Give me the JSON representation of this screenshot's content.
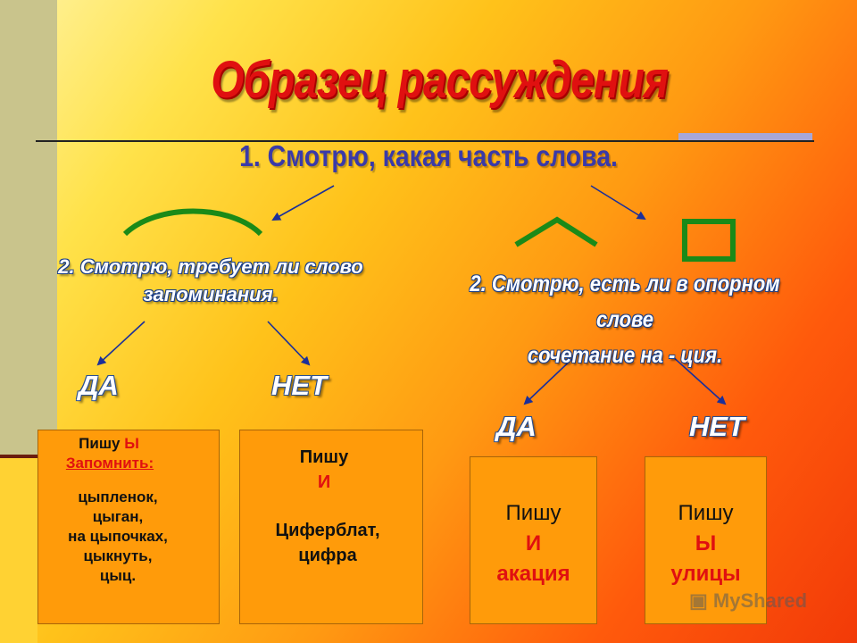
{
  "slide": {
    "title": "Образец рассуждения",
    "step1": "1. Смотрю, какая часть слова.",
    "left": {
      "step2_line1": "2. Смотрю, требует ли слово",
      "step2_line2": "запоминания.",
      "yes": "ДА",
      "no": "НЕТ",
      "box_yes": {
        "write_label": "Пишу",
        "letter": "Ы",
        "remember": "Запомнить:",
        "words": [
          "цыпленок,",
          "цыган,",
          "на цыпочках,",
          "цыкнуть,",
          "цыц."
        ]
      },
      "box_no": {
        "write_label": "Пишу",
        "letter": "И",
        "words": [
          "Циферблат,",
          "цифра"
        ]
      }
    },
    "right": {
      "step2_line1": "2. Смотрю, есть ли в опорном слове",
      "step2_line2": "сочетание на - ция.",
      "yes": "ДА",
      "no": "НЕТ",
      "box_yes": {
        "write_label": "Пишу",
        "letter": "И",
        "example": "акация"
      },
      "box_no": {
        "write_label": "Пишу",
        "letter": "Ы",
        "example": "улицы"
      }
    },
    "watermark": "MyShared",
    "colors": {
      "title": "#e01010",
      "step1": "#3a3aa8",
      "marks": "#1b8a18",
      "arrows": "#1b2f9a",
      "boxes": "#ff9b0a"
    },
    "icons": [
      "root-mark-icon",
      "suffix-mark-icon",
      "ending-mark-icon",
      "arrow-icon"
    ]
  }
}
